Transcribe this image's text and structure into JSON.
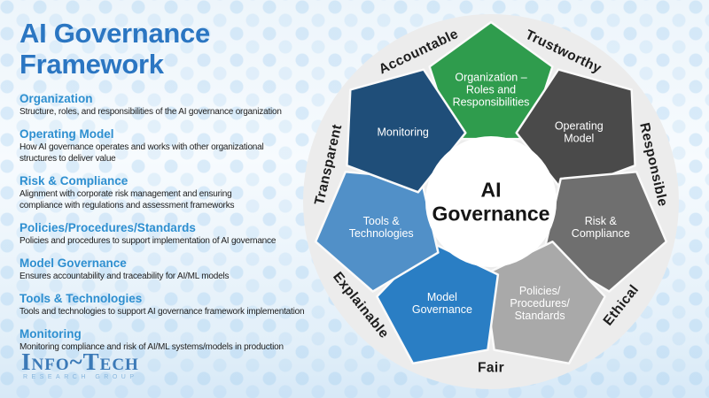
{
  "page": {
    "title": "AI Governance\nFramework"
  },
  "definitions": {
    "items": [
      {
        "heading": "Organization",
        "body": "Structure, roles, and responsibilities of the AI governance organization"
      },
      {
        "heading": "Operating Model",
        "body": "How AI governance operates and works with other organizational\nstructures to deliver value"
      },
      {
        "heading": "Risk & Compliance",
        "body": "Alignment with corporate risk management and ensuring\ncompliance with regulations and assessment frameworks"
      },
      {
        "heading": "Policies/Procedures/Standards",
        "body": "Policies and procedures to support implementation of AI governance"
      },
      {
        "heading": "Model Governance",
        "body": "Ensures accountability and traceability for AI/ML models"
      },
      {
        "heading": "Tools & Technologies",
        "body": "Tools and technologies to support AI governance framework implementation"
      },
      {
        "heading": "Monitoring",
        "body": "Monitoring compliance and risk of AI/ML systems/models in production"
      }
    ]
  },
  "logo": {
    "name": "Info~Tech",
    "subtitle": "RESEARCH GROUP"
  },
  "wheel": {
    "center_label": "AI\nGovernance",
    "colors": {
      "ring": "#ececec",
      "center_circle": "#ffffff",
      "center_text": "#151515",
      "ring_label_text": "#1d1d1d",
      "segment_text": "#ffffff",
      "gap_stroke": "#fafafa"
    },
    "segments": [
      {
        "id": "organization",
        "label": "Organization –\nRoles and\nResponsibilities",
        "color": "#2f9c4d",
        "angle": 0
      },
      {
        "id": "operating-model",
        "label": "Operating\nModel",
        "color": "#4a4a4a",
        "angle": 51.43
      },
      {
        "id": "risk-compliance",
        "label": "Risk &\nCompliance",
        "color": "#6f6f6f",
        "angle": 102.86
      },
      {
        "id": "policies-procedures-standards",
        "label": "Policies/\nProcedures/\nStandards",
        "color": "#a9a9a9",
        "angle": 154.29
      },
      {
        "id": "model-governance",
        "label": "Model\nGovernance",
        "color": "#2a7ec4",
        "angle": 205.71
      },
      {
        "id": "tools-technologies",
        "label": "Tools &\nTechnologies",
        "color": "#5190c8",
        "angle": 257.14
      },
      {
        "id": "monitoring",
        "label": "Monitoring",
        "color": "#1f4e79",
        "angle": 308.57
      }
    ],
    "ring_labels": [
      {
        "id": "trustworthy",
        "text": "Trustworthy",
        "angle": 25.71
      },
      {
        "id": "responsible",
        "text": "Responsible",
        "angle": 77.14
      },
      {
        "id": "ethical",
        "text": "Ethical",
        "angle": 128.57
      },
      {
        "id": "fair",
        "text": "Fair",
        "angle": 180
      },
      {
        "id": "explainable",
        "text": "Explainable",
        "angle": 231.43
      },
      {
        "id": "transparent",
        "text": "Transparent",
        "angle": 282.86
      },
      {
        "id": "accountable",
        "text": "Accountable",
        "angle": 334.29
      }
    ]
  }
}
